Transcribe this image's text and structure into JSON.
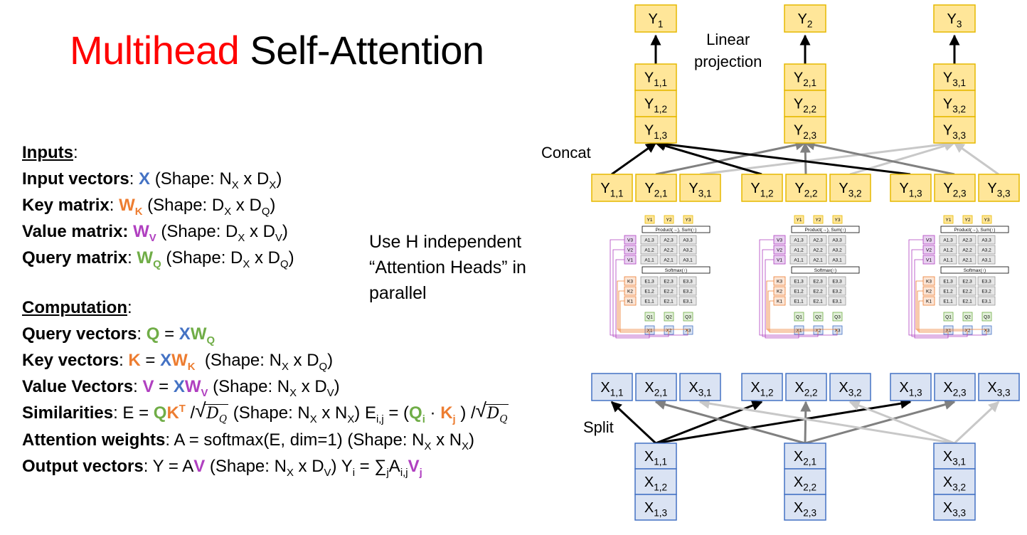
{
  "title": {
    "highlight": "Multihead",
    "rest": " Self-Attention"
  },
  "inputs": {
    "heading": "Inputs",
    "lines": [
      {
        "label": "Input vectors",
        "sym": "X",
        "shape": "(Shape: N",
        "s1": "X",
        "mid": " x D",
        "s2": "X",
        "end": ")"
      },
      {
        "label": "Key matrix",
        "sym": "W",
        "symsub": "K",
        "shape": "(Shape: D",
        "s1": "X",
        "mid": " x D",
        "s2": "Q",
        "end": ")"
      },
      {
        "label": "Value matrix:",
        "sym": "W",
        "symsub": "V",
        "shape": "(Shape: D",
        "s1": "X",
        "mid": " x D",
        "s2": "V",
        "end": ")"
      },
      {
        "label": "Query matrix",
        "sym": "W",
        "symsub": "Q",
        "shape": "(Shape: D",
        "s1": "X",
        "mid": " x D",
        "s2": "Q",
        "end": ")"
      }
    ]
  },
  "computation": {
    "heading": "Computation",
    "query": {
      "label": "Query vectors",
      "lhs": "Q",
      "eq": " = ",
      "x": "X",
      "w": "W",
      "wsub": "Q"
    },
    "key": {
      "label": "Key vectors",
      "lhs": "K",
      "eq": " = ",
      "x": "X",
      "w": "W",
      "wsub": "K",
      "shape": "(Shape: N",
      "s1": "X",
      "mid": " x D",
      "s2": "Q",
      "end": ")"
    },
    "value": {
      "label": "Value Vectors",
      "lhs": "V",
      "eq": " = ",
      "x": "X",
      "w": "W",
      "wsub": "V",
      "shape": "(Shape: N",
      "s1": "X",
      "mid": " x D",
      "s2": "V",
      "end": ")"
    },
    "sim": {
      "label": "Similarities",
      "pre": ": E = ",
      "q": "Q",
      "k": "K",
      "ksup": "T",
      "div": " /",
      "sqrt_arg": "D",
      "sqrt_sub": "Q",
      "shape": " (Shape: N",
      "s1": "X",
      "mid": " x N",
      "s2": "X",
      "end": ") E",
      "esub": "i,j",
      "eq2": " = (",
      "qi": "Q",
      "qisub": "i",
      "dot": " · ",
      "kj": "K",
      "kjsub": "j",
      "close": " ) /"
    },
    "attn": {
      "label": "Attention weights",
      "text": ": A = softmax(E, dim=1)  (Shape: N",
      "s1": "X",
      "mid": " x N",
      "s2": "X",
      "end": ")"
    },
    "out": {
      "label": "Output vectors",
      "text": ": Y = A",
      "v": "V",
      "shape": " (Shape: N",
      "s1": "X",
      "mid": " x D",
      "s2": "V",
      "end": ") Y",
      "yisub": "i",
      "eq": " = ∑",
      "jsub": "j",
      "a": "A",
      "asub": "i,j",
      "vj": "V",
      "vjsub": "j"
    }
  },
  "side_note": [
    "Use H independent",
    "“Attention Heads” in",
    "parallel"
  ],
  "labels": {
    "linear": [
      "Linear",
      "projection"
    ],
    "concat": "Concat",
    "split": "Split"
  },
  "diagram": {
    "outputs": [
      {
        "b": "Y",
        "s": "1"
      },
      {
        "b": "Y",
        "s": "2"
      },
      {
        "b": "Y",
        "s": "3"
      }
    ],
    "concat_stacks": [
      [
        {
          "b": "Y",
          "s": "1,1"
        },
        {
          "b": "Y",
          "s": "1,2"
        },
        {
          "b": "Y",
          "s": "1,3"
        }
      ],
      [
        {
          "b": "Y",
          "s": "2,1"
        },
        {
          "b": "Y",
          "s": "2,2"
        },
        {
          "b": "Y",
          "s": "2,3"
        }
      ],
      [
        {
          "b": "Y",
          "s": "3,1"
        },
        {
          "b": "Y",
          "s": "3,2"
        },
        {
          "b": "Y",
          "s": "3,3"
        }
      ]
    ],
    "head_outputs": [
      {
        "b": "Y",
        "s": "1,1"
      },
      {
        "b": "Y",
        "s": "2,1"
      },
      {
        "b": "Y",
        "s": "3,1"
      },
      {
        "b": "Y",
        "s": "1,2"
      },
      {
        "b": "Y",
        "s": "2,2"
      },
      {
        "b": "Y",
        "s": "3,2"
      },
      {
        "b": "Y",
        "s": "1,3"
      },
      {
        "b": "Y",
        "s": "2,3"
      },
      {
        "b": "Y",
        "s": "3,3"
      }
    ],
    "head_inputs": [
      {
        "b": "X",
        "s": "1,1"
      },
      {
        "b": "X",
        "s": "2,1"
      },
      {
        "b": "X",
        "s": "3,1"
      },
      {
        "b": "X",
        "s": "1,2"
      },
      {
        "b": "X",
        "s": "2,2"
      },
      {
        "b": "X",
        "s": "3,2"
      },
      {
        "b": "X",
        "s": "1,3"
      },
      {
        "b": "X",
        "s": "2,3"
      },
      {
        "b": "X",
        "s": "3,3"
      }
    ],
    "input_stacks": [
      [
        {
          "b": "X",
          "s": "1,1"
        },
        {
          "b": "X",
          "s": "1,2"
        },
        {
          "b": "X",
          "s": "1,3"
        }
      ],
      [
        {
          "b": "X",
          "s": "2,1"
        },
        {
          "b": "X",
          "s": "2,2"
        },
        {
          "b": "X",
          "s": "2,3"
        }
      ],
      [
        {
          "b": "X",
          "s": "3,1"
        },
        {
          "b": "X",
          "s": "3,2"
        },
        {
          "b": "X",
          "s": "3,3"
        }
      ]
    ],
    "mini_head": {
      "y": [
        "Y1",
        "Y2",
        "Y3"
      ],
      "product_label": "Product(→), Sum(↑)",
      "softmax_label": "Softmax(↑)",
      "v": [
        "V3",
        "V2",
        "V1"
      ],
      "k": [
        "K3",
        "K2",
        "K1"
      ],
      "q": [
        "Q1",
        "Q2",
        "Q3"
      ],
      "x": [
        "X1",
        "X2",
        "X3"
      ],
      "a_rows": [
        [
          "A1,3",
          "A2,3",
          "A3,3"
        ],
        [
          "A1,2",
          "A2,2",
          "A3,2"
        ],
        [
          "A1,1",
          "A2,1",
          "A3,1"
        ]
      ],
      "e_rows": [
        [
          "E1,3",
          "E2,3",
          "E3,3"
        ],
        [
          "E1,2",
          "E2,2",
          "E3,2"
        ],
        [
          "E1,1",
          "E2,1",
          "E3,1"
        ]
      ]
    }
  },
  "colors": {
    "title_red": "#ff0000",
    "blue": "#4472c4",
    "orange": "#ed7d31",
    "purple": "#b040c0",
    "green": "#70ad47",
    "y_fill": "#ffe699",
    "y_stroke": "#e6b800",
    "x_fill": "#dae3f3",
    "x_stroke": "#4472c4",
    "arrow_dark": "#000000",
    "arrow_mid": "#808080",
    "arrow_light": "#c8c8c8"
  }
}
